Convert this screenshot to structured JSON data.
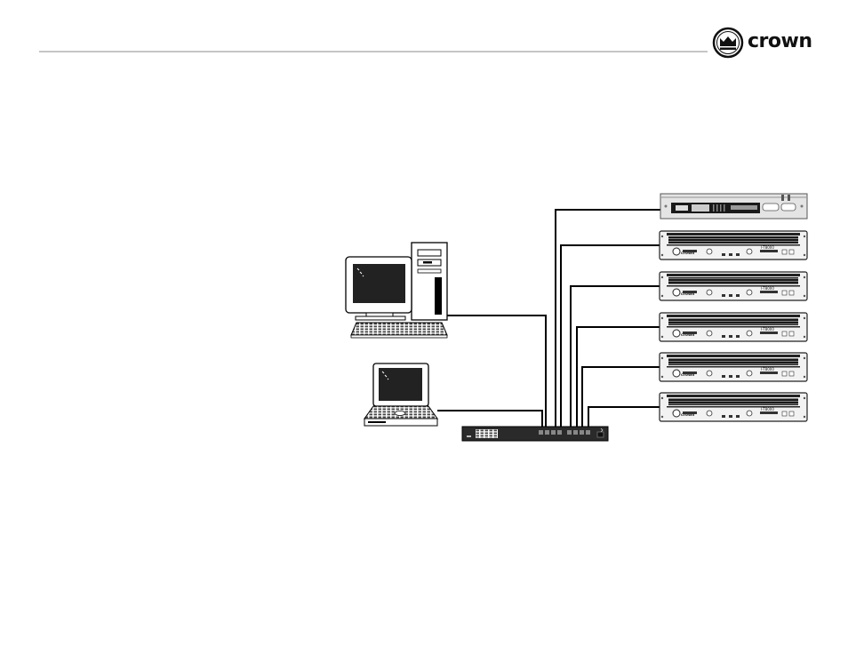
{
  "brand": {
    "name": "crown",
    "logo_icon": "crown-icon"
  },
  "diagram": {
    "devices": {
      "desktop": "desktop-computer-icon",
      "laptop": "laptop-computer-icon",
      "switch": "network-switch-icon",
      "processor": "rack-signal-processor-icon",
      "amplifier": "rack-power-amplifier-icon"
    },
    "amplifier_count": 5,
    "amplifier_brand": "crown",
    "amplifier_model": "I-T8000"
  }
}
